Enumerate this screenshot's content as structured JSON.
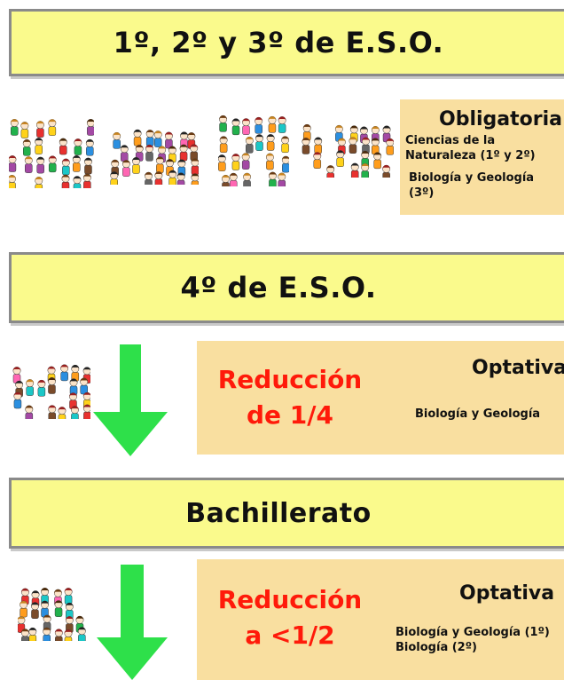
{
  "banners": {
    "eso123": "1º, 2º y 3º de E.S.O.",
    "eso4": "4º de E.S.O.",
    "bach": "Bachillerato"
  },
  "section1": {
    "title": "Obligatoria",
    "line1": "Ciencias de la",
    "line2": "Naturaleza (1º y 2º)",
    "line3": "Biología y Geología",
    "line4": "(3º)"
  },
  "section2": {
    "reduction_line1": "Reducción",
    "reduction_line2": "de 1/4",
    "title": "Optativa",
    "subject": "Biología y  Geología"
  },
  "section3": {
    "reduction_line1": "Reducción",
    "reduction_line2": "a <1/2",
    "title": "Optativa",
    "line1": "Biología y Geología (1º)",
    "line2": "Biología (2º)"
  },
  "colors": {
    "banner": "#fafa8c",
    "panel": "#f9dfa0",
    "arrow": "#2ee04a",
    "reduction_text": "#ff1a0a"
  }
}
